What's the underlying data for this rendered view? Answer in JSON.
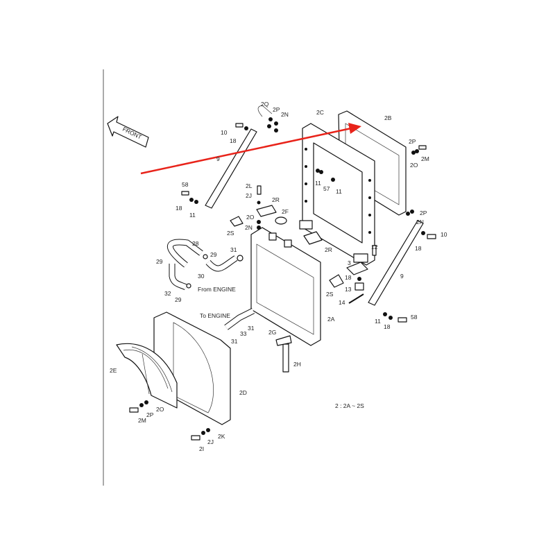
{
  "diagram": {
    "direction_label": "FRONT",
    "note": "2 : 2A ~ 2S",
    "from_engine": "From ENGINE",
    "to_engine": "To ENGINE",
    "annotation_arrow_color": "#e8231a",
    "labels": [
      "2Q",
      "2P",
      "2N",
      "2C",
      "2B",
      "10",
      "18",
      "9",
      "2P",
      "2M",
      "2O",
      "11",
      "57",
      "11",
      "2L",
      "2J",
      "58",
      "18",
      "11",
      "2R",
      "2F",
      "2O",
      "2N",
      "2S",
      "2P",
      "2N",
      "10",
      "18",
      "28",
      "29",
      "31",
      "2R",
      "12",
      "29",
      "30",
      "3",
      "18",
      "9",
      "32",
      "29",
      "13",
      "2S",
      "14",
      "2A",
      "11",
      "18",
      "58",
      "31",
      "33",
      "31",
      "2G",
      "2H",
      "2E",
      "2D",
      "2O",
      "2P",
      "2M",
      "2K",
      "2J",
      "2I"
    ]
  }
}
